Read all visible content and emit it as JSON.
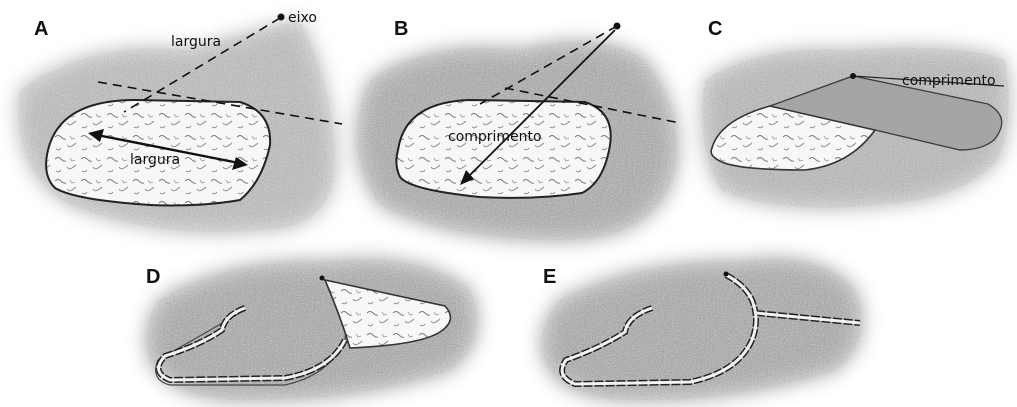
{
  "panels": {
    "A": {
      "letter": "A",
      "label_axis": "eixo",
      "label_width_top": "largura",
      "label_width_inside": "largura"
    },
    "B": {
      "letter": "B",
      "label_length": "comprimento"
    },
    "C": {
      "letter": "C",
      "label_length": "comprimento"
    },
    "D": {
      "letter": "D"
    },
    "E": {
      "letter": "E"
    }
  },
  "colors": {
    "skin_shade": "#8e8e8e",
    "wound_fill": "#f6f6f6",
    "ink": "#111111"
  }
}
